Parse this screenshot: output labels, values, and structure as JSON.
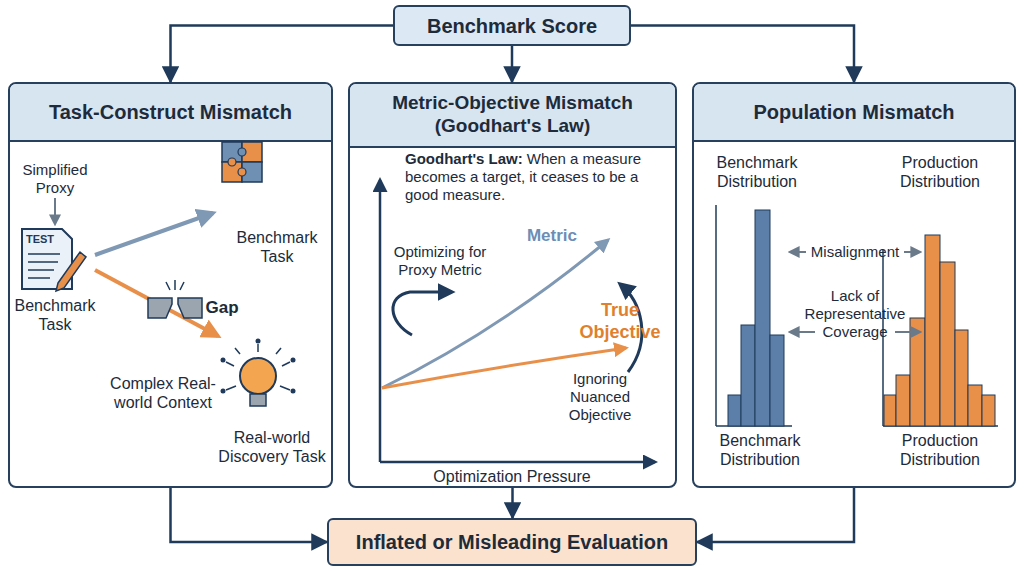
{
  "diagram": {
    "nodes": [
      {
        "text": [
          "Benchmark Score"
        ]
      },
      {
        "text": [
          "Task-Construct Mismatch"
        ]
      },
      {
        "text": [
          "Metric-Objective Mismatch (Goodhart's Law)"
        ]
      },
      {
        "text": [
          "Population Mismatch"
        ]
      },
      {
        "text": [
          "Inflated or Misleading Evaluation"
        ]
      }
    ],
    "edges": [
      {
        "from": 0,
        "to": 1,
        "arrow": "to"
      },
      {
        "from": 0,
        "to": 2,
        "arrow": "to"
      },
      {
        "from": 0,
        "to": 3,
        "arrow": "to"
      },
      {
        "from": 1,
        "to": 4,
        "arrow": "to"
      },
      {
        "from": 2,
        "to": 4,
        "arrow": "to"
      },
      {
        "from": 3,
        "to": 4,
        "arrow": "to"
      }
    ],
    "labels": [
      "Simplified Proxy",
      "Benchmark Task",
      "Gap",
      "TEST",
      "Benchmark Task",
      "Complex Real-world Context",
      "Real-world Discovery Task",
      "Goodhart's Law:",
      "When a measure becomes a target, it ceases to be a good measure.",
      "Optimizing for Proxy Metric",
      "Metric",
      "True Objective",
      "Ignoring Nuanced Objective",
      "Optimization Pressure",
      "Benchmark Distribution",
      "Production Distribution",
      "Misalignment",
      "Lack of Representative Coverage",
      "Benchmark Distribution",
      "Production Distribution"
    ]
  }
}
